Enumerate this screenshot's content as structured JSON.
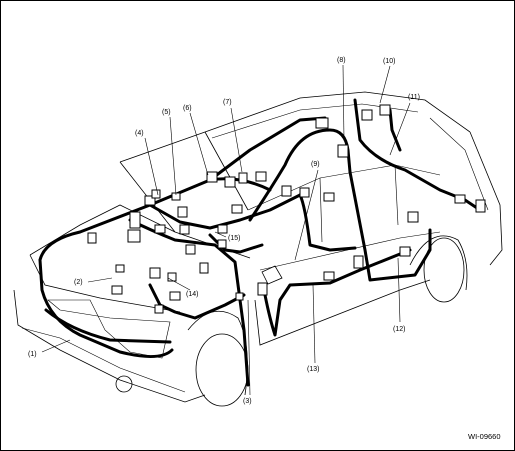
{
  "figure": {
    "figure_id": "WI-09660",
    "callouts": [
      "(1)",
      "(2)",
      "(3)",
      "(4)",
      "(5)",
      "(6)",
      "(7)",
      "(8)",
      "(9)",
      "(10)",
      "(11)",
      "(12)",
      "(13)",
      "(14)",
      "(15)"
    ]
  }
}
